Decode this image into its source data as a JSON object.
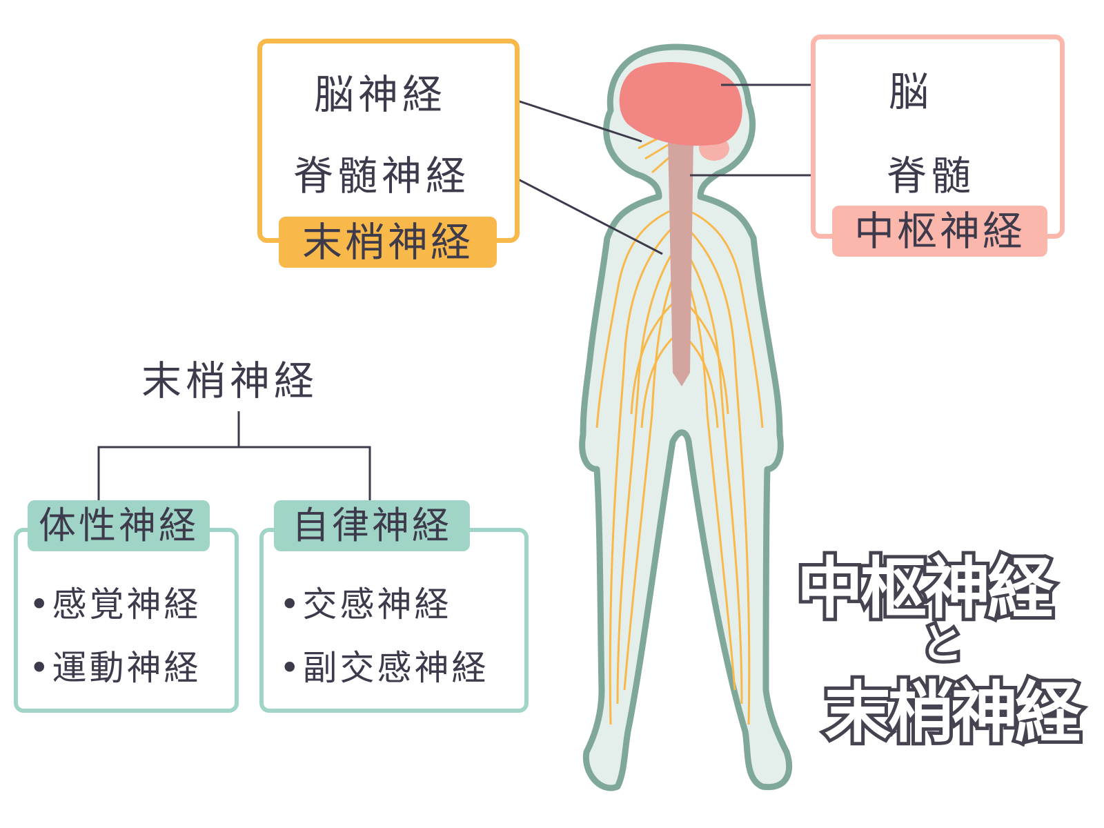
{
  "peripheral_box": {
    "items": [
      "脳神経",
      "脊髄神経"
    ],
    "tag": "末梢神経",
    "color": "#f8b84a"
  },
  "central_box": {
    "items": [
      "脳",
      "脊髄"
    ],
    "tag": "中枢神経",
    "color": "#fbb7ac"
  },
  "tree": {
    "root": "末梢神経",
    "branches": [
      {
        "tag": "体性神経",
        "items": [
          "感覚神経",
          "運動神経"
        ]
      },
      {
        "tag": "自律神経",
        "items": [
          "交感神経",
          "副交感神経"
        ]
      }
    ],
    "color": "#9fd4c7"
  },
  "title": {
    "line1": "中枢神経",
    "connector": "と",
    "line2": "末梢神経"
  },
  "bullet": "•"
}
